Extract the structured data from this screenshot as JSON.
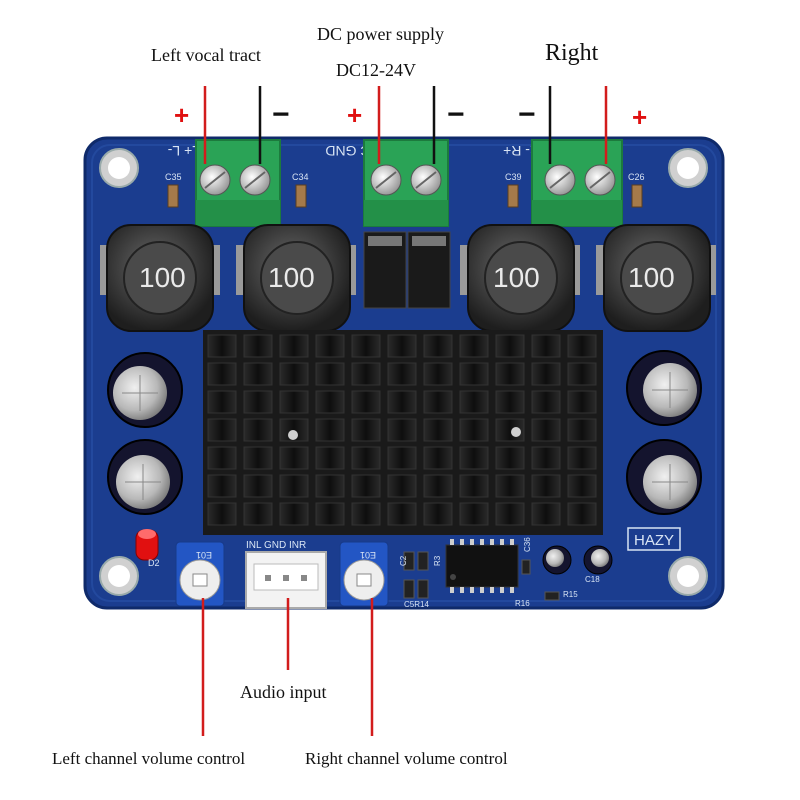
{
  "labels": {
    "left_vocal_tract": "Left vocal tract",
    "dc_power_supply": "DC power supply",
    "dc_voltage": "DC12-24V",
    "right": "Right",
    "audio_input": "Audio input",
    "left_volume": "Left channel volume control",
    "right_volume": "Right channel volume control"
  },
  "polarity": {
    "plus": "+",
    "minus": "−"
  },
  "board": {
    "inductor_marking": "100",
    "brand": "HAZY",
    "terminal_left": "L+  L-",
    "terminal_power": "VCC  GND",
    "terminal_right": "R-  R+",
    "audio_header": "INL GND INR",
    "pot_marking": "E01",
    "components": [
      "C35",
      "C34",
      "C39",
      "C26",
      "D2",
      "C2",
      "R3",
      "R14",
      "C5",
      "C36",
      "R16",
      "R15",
      "C18"
    ]
  },
  "colors": {
    "pcb": "#1b3d8f",
    "terminal": "#2aa356",
    "heatsink": "#151515",
    "wire_red": "#d21c1c",
    "wire_black": "#111111"
  }
}
